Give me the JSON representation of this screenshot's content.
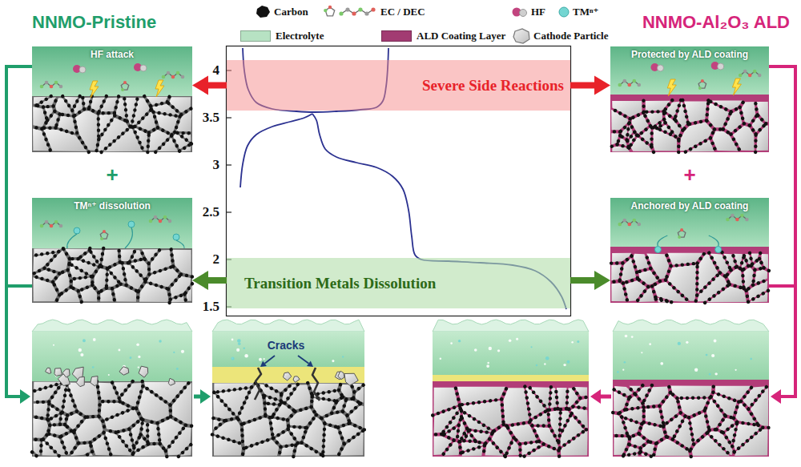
{
  "diagram": {
    "nodes": [
      {
        "text": [
          "HF attack"
        ]
      },
      {
        "text": [
          "Severe Side Reactions"
        ]
      },
      {
        "text": [
          "Protected by ALD coating"
        ]
      },
      {
        "text": [
          "TMⁿ⁺ dissolution"
        ]
      },
      {
        "text": [
          "Anchored by ALD coating"
        ]
      },
      {
        "text": [
          "Transition Metals Dissolution"
        ]
      }
    ],
    "edges": [
      {
        "from": 1,
        "to": 0,
        "arrow": "to"
      },
      {
        "from": 1,
        "to": 2,
        "arrow": "to"
      },
      {
        "from": 5,
        "to": 3,
        "arrow": "to"
      },
      {
        "from": 5,
        "to": 4,
        "arrow": "to"
      }
    ],
    "labels": [
      "NNMO-Pristine",
      "NNMO-Al₂O₃ ALD",
      "4",
      "3.5",
      "3",
      "2.5",
      "2",
      "1.5",
      "+",
      "+",
      "Cracks"
    ],
    "legend": [
      {
        "text": "Carbon"
      },
      {
        "text": "EC / DEC"
      },
      {
        "text": "HF"
      },
      {
        "text": "TMⁿ⁺"
      },
      {
        "text": "Electrolyte",
        "color": "#b7e2c3"
      },
      {
        "text": "ALD Coating Layer",
        "color": "#a23b72"
      },
      {
        "text": "Cathode Particle"
      }
    ]
  }
}
